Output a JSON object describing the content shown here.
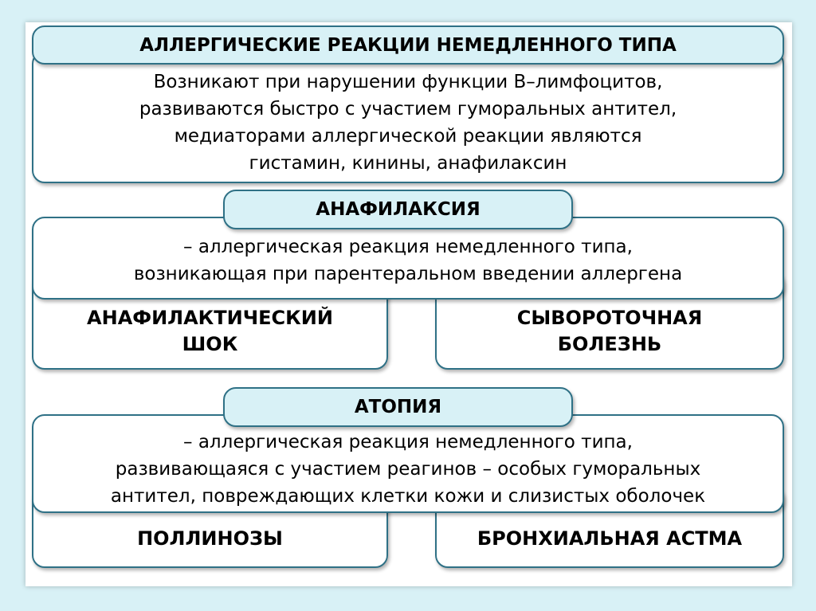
{
  "title": "АЛЛЕРГИЧЕСКИЕ РЕАКЦИИ НЕМЕДЛЕННОГО ТИПА",
  "description": [
    "Возникают при нарушении функции В–лимфоцитов,",
    "развиваются быстро с участием гуморальных антител,",
    "медиаторами аллергической реакции являются",
    "гистамин, кинины, анафилаксин"
  ],
  "anaphylaxis": {
    "label": "АНАФИЛАКСИЯ",
    "definition": [
      "– аллергическая реакция немедленного типа,",
      "возникающая при парентеральном введении аллергена"
    ],
    "examples": [
      [
        "АНАФИЛАКТИЧЕСКИЙ",
        "ШОК"
      ],
      [
        "СЫВОРОТОЧНАЯ",
        "БОЛЕЗНЬ"
      ]
    ]
  },
  "atopy": {
    "label": "АТОПИЯ",
    "definition": [
      "– аллергическая реакция немедленного типа,",
      "развивающаяся с участием реагинов – особых гуморальных",
      "антител, повреждающих клетки кожи и слизистых оболочек"
    ],
    "examples": [
      "ПОЛЛИНОЗЫ",
      "БРОНХИАЛЬНАЯ АСТМА"
    ]
  }
}
